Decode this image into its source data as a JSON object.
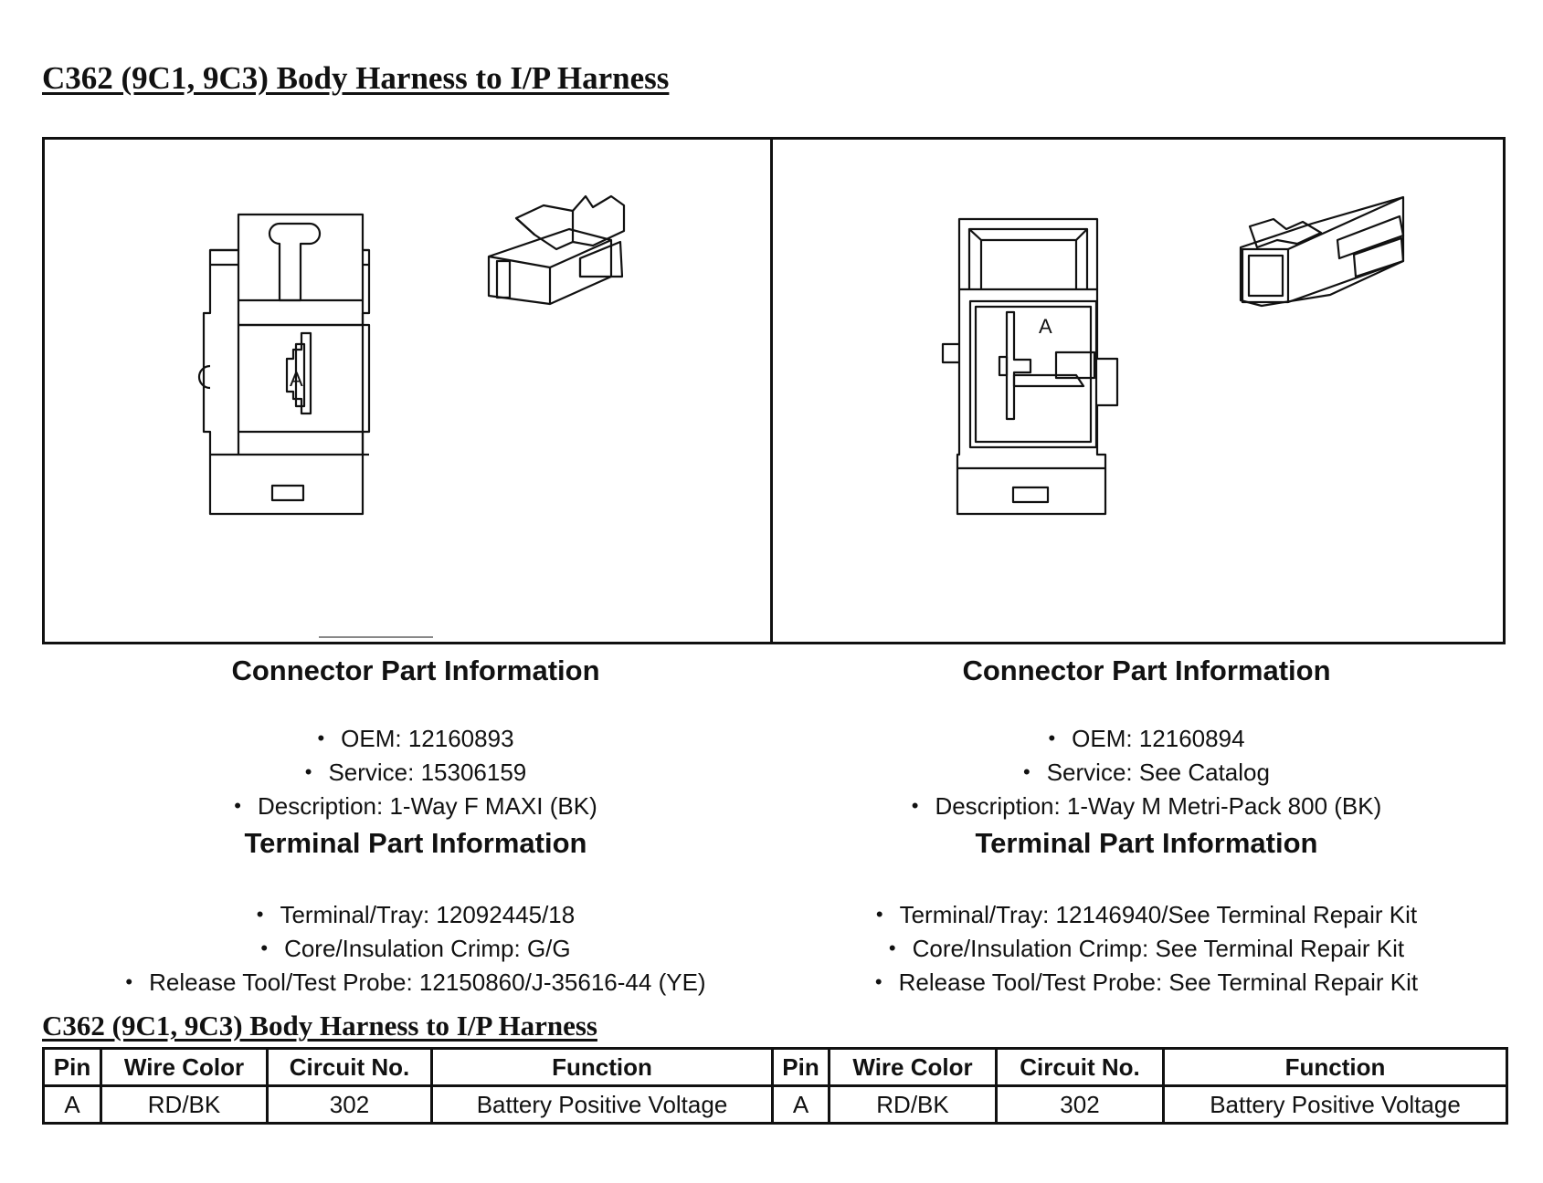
{
  "document": {
    "title": "C362 (9C1, 9C3) Body Harness to I/P Harness",
    "table_title": "C362 (9C1, 9C3) Body Harness to I/P Harness"
  },
  "left": {
    "connector_heading": "Connector Part Information",
    "connector_items": [
      "OEM: 12160893",
      "Service: 15306159",
      "Description: 1-Way F MAXI (BK)"
    ],
    "terminal_heading": "Terminal Part Information",
    "terminal_items": [
      "Terminal/Tray: 12092445/18",
      "Core/Insulation Crimp: G/G",
      "Release Tool/Test Probe: 12150860/J-35616-44 (YE)"
    ],
    "pin_label": "A"
  },
  "right": {
    "connector_heading": "Connector Part Information",
    "connector_items": [
      "OEM: 12160894",
      "Service: See Catalog",
      "Description: 1-Way M Metri-Pack 800 (BK)"
    ],
    "terminal_heading": "Terminal Part Information",
    "terminal_items": [
      "Terminal/Tray: 12146940/See Terminal Repair Kit",
      "Core/Insulation Crimp: See Terminal Repair Kit",
      "Release Tool/Test Probe: See Terminal Repair Kit"
    ],
    "pin_label": "A"
  },
  "table": {
    "headers": [
      "Pin",
      "Wire Color",
      "Circuit No.",
      "Function",
      "Pin",
      "Wire Color",
      "Circuit No.",
      "Function"
    ],
    "rows": [
      [
        "A",
        "RD/BK",
        "302",
        "Battery Positive Voltage",
        "A",
        "RD/BK",
        "302",
        "Battery Positive Voltage"
      ]
    ]
  }
}
